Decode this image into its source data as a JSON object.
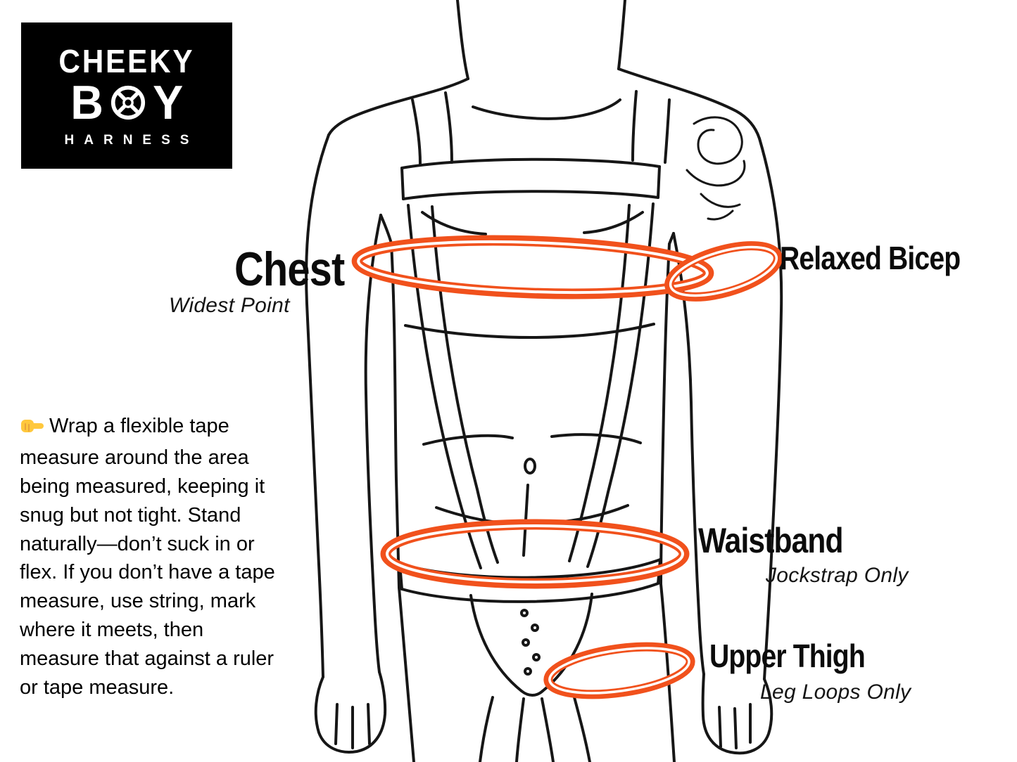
{
  "colors": {
    "band": "#F1511C",
    "ink": "#161616",
    "logo_bg": "#000000",
    "logo_fg": "#FFFFFF"
  },
  "logo": {
    "line1": "CHEEKY",
    "line2_left": "B",
    "line2_right": "Y",
    "ring_icon": "x-in-circle-ring",
    "line3": "HARNESS"
  },
  "annotations": {
    "chest": {
      "title": "Chest",
      "subtitle": "Widest Point"
    },
    "relaxed_bicep": {
      "title": "Relaxed Bicep"
    },
    "waistband": {
      "title": "Waistband",
      "subtitle": "Jockstrap Only"
    },
    "upper_thigh": {
      "title": "Upper Thigh",
      "subtitle": "Leg Loops Only"
    }
  },
  "instructions": {
    "pointer_icon": "👉",
    "text": "Wrap a flexible tape measure around the area being measured, keeping it snug but not tight. Stand naturally—don’t suck in or flex. If you don’t have a tape measure, use string, mark where it meets, then measure that against a ruler or tape measure."
  },
  "diagram": {
    "figure": "male-torso-line-art-with-harness-and-jockstrap",
    "bands": [
      "chest",
      "relaxed-bicep",
      "waistband",
      "upper-thigh"
    ]
  }
}
